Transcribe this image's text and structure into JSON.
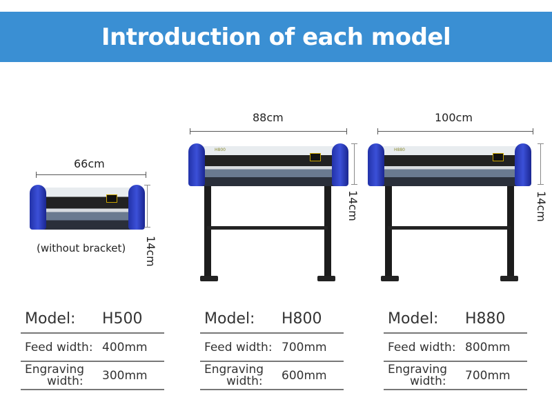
{
  "title": "Introduction of each model",
  "models": [
    {
      "width_label": "66cm",
      "height_label": "14cm",
      "note": "(without bracket)",
      "model_label": "Model:",
      "model": "H500",
      "feed_label": "Feed width:",
      "feed": "400mm",
      "engrave_label_1": "Engraving",
      "engrave_label_2": "width:",
      "engrave": "300mm"
    },
    {
      "width_label": "88cm",
      "height_label": "14cm",
      "model_label": "Model:",
      "model": "H800",
      "feed_label": "Feed width:",
      "feed": "700mm",
      "engrave_label_1": "Engraving",
      "engrave_label_2": "width:",
      "engrave": "600mm"
    },
    {
      "width_label": "100cm",
      "height_label": "14cm",
      "model_label": "Model:",
      "model": "H880",
      "feed_label": "Feed width:",
      "feed": "800mm",
      "engrave_label_1": "Engraving",
      "engrave_label_2": "width:",
      "engrave": "700mm"
    }
  ],
  "colors": {
    "banner": "#3a8fd3",
    "cap_blue": "#2a3cc0"
  }
}
